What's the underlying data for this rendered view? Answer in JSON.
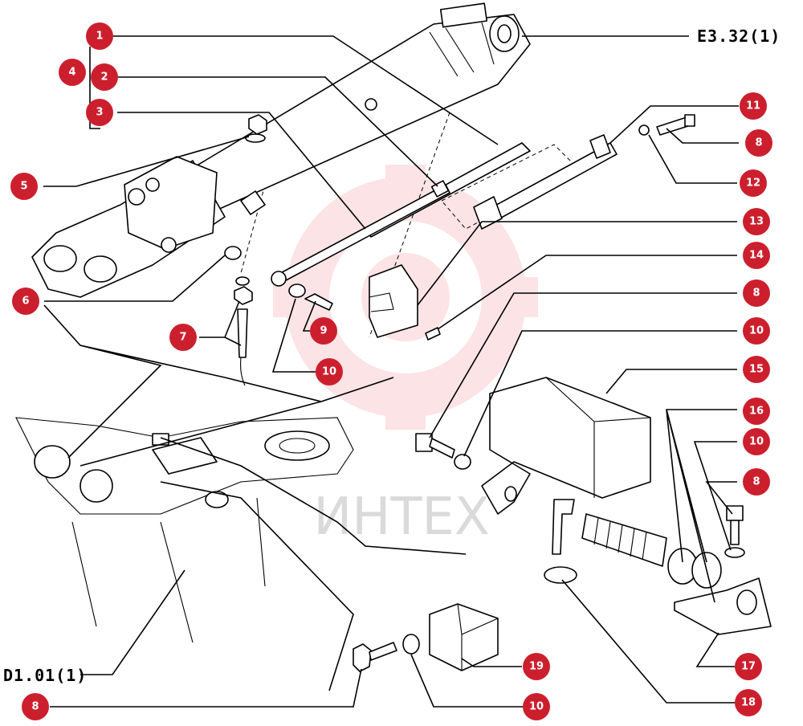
{
  "references": {
    "top_right": "E3.32(1)",
    "bottom_left": "D1.01(1)"
  },
  "watermark": {
    "text": "ИНТЕХ",
    "color": "#e8232f"
  },
  "callout_color": "#cc1f2e",
  "callouts": [
    {
      "label": "1"
    },
    {
      "label": "4"
    },
    {
      "label": "2"
    },
    {
      "label": "3"
    },
    {
      "label": "5"
    },
    {
      "label": "6"
    },
    {
      "label": "7"
    },
    {
      "label": "9"
    },
    {
      "label": "10"
    },
    {
      "label": "11"
    },
    {
      "label": "8"
    },
    {
      "label": "12"
    },
    {
      "label": "13"
    },
    {
      "label": "14"
    },
    {
      "label": "8"
    },
    {
      "label": "10"
    },
    {
      "label": "15"
    },
    {
      "label": "16"
    },
    {
      "label": "10"
    },
    {
      "label": "8"
    },
    {
      "label": "17"
    },
    {
      "label": "18"
    },
    {
      "label": "19"
    },
    {
      "label": "10"
    },
    {
      "label": "8"
    }
  ]
}
